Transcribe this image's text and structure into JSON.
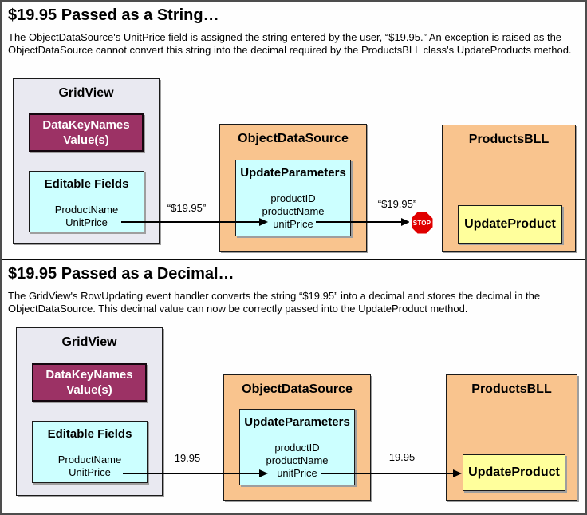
{
  "colors": {
    "orange_box": "#F9C48E",
    "magenta_box": "#9C3265",
    "cyan_box": "#CCFFFF",
    "yellow_box": "#FFFF9C",
    "gridview_bg": "#E9E9F1",
    "stop_red": "#E00000"
  },
  "panels": [
    {
      "title": "$19.95 Passed as a String…",
      "description": "The ObjectDataSource's UnitPrice field is assigned the string entered by the user, “$19.95.” An exception is raised as the ObjectDataSource cannot convert this string into the decimal required by the ProductsBLL class's UpdateProducts method.",
      "gridview": {
        "title": "GridView",
        "datakeynames_line1": "DataKeyNames",
        "datakeynames_line2": "Value(s)",
        "editable_fields_title": "Editable Fields",
        "fields": [
          "ProductName",
          "UnitPrice"
        ]
      },
      "objectdatasource": {
        "title": "ObjectDataSource",
        "updateparameters_title": "UpdateParameters",
        "parameters": [
          "productID",
          "productName",
          "unitPrice"
        ]
      },
      "productsbll": {
        "title": "ProductsBLL",
        "method": "UpdateProduct"
      },
      "arrow1_label": "“$19.95”",
      "arrow2_label": "“$19.95”",
      "stop_label": "STOP"
    },
    {
      "title": "$19.95 Passed as a Decimal…",
      "description": "The GridView's RowUpdating event handler converts the string “$19.95” into a decimal and stores the decimal in the ObjectDataSource. This decimal value can now be correctly passed into the UpdateProduct method.",
      "gridview": {
        "title": "GridView",
        "datakeynames_line1": "DataKeyNames",
        "datakeynames_line2": "Value(s)",
        "editable_fields_title": "Editable Fields",
        "fields": [
          "ProductName",
          "UnitPrice"
        ]
      },
      "objectdatasource": {
        "title": "ObjectDataSource",
        "updateparameters_title": "UpdateParameters",
        "parameters": [
          "productID",
          "productName",
          "unitPrice"
        ]
      },
      "productsbll": {
        "title": "ProductsBLL",
        "method": "UpdateProduct"
      },
      "arrow1_label": "19.95",
      "arrow2_label": "19.95"
    }
  ]
}
